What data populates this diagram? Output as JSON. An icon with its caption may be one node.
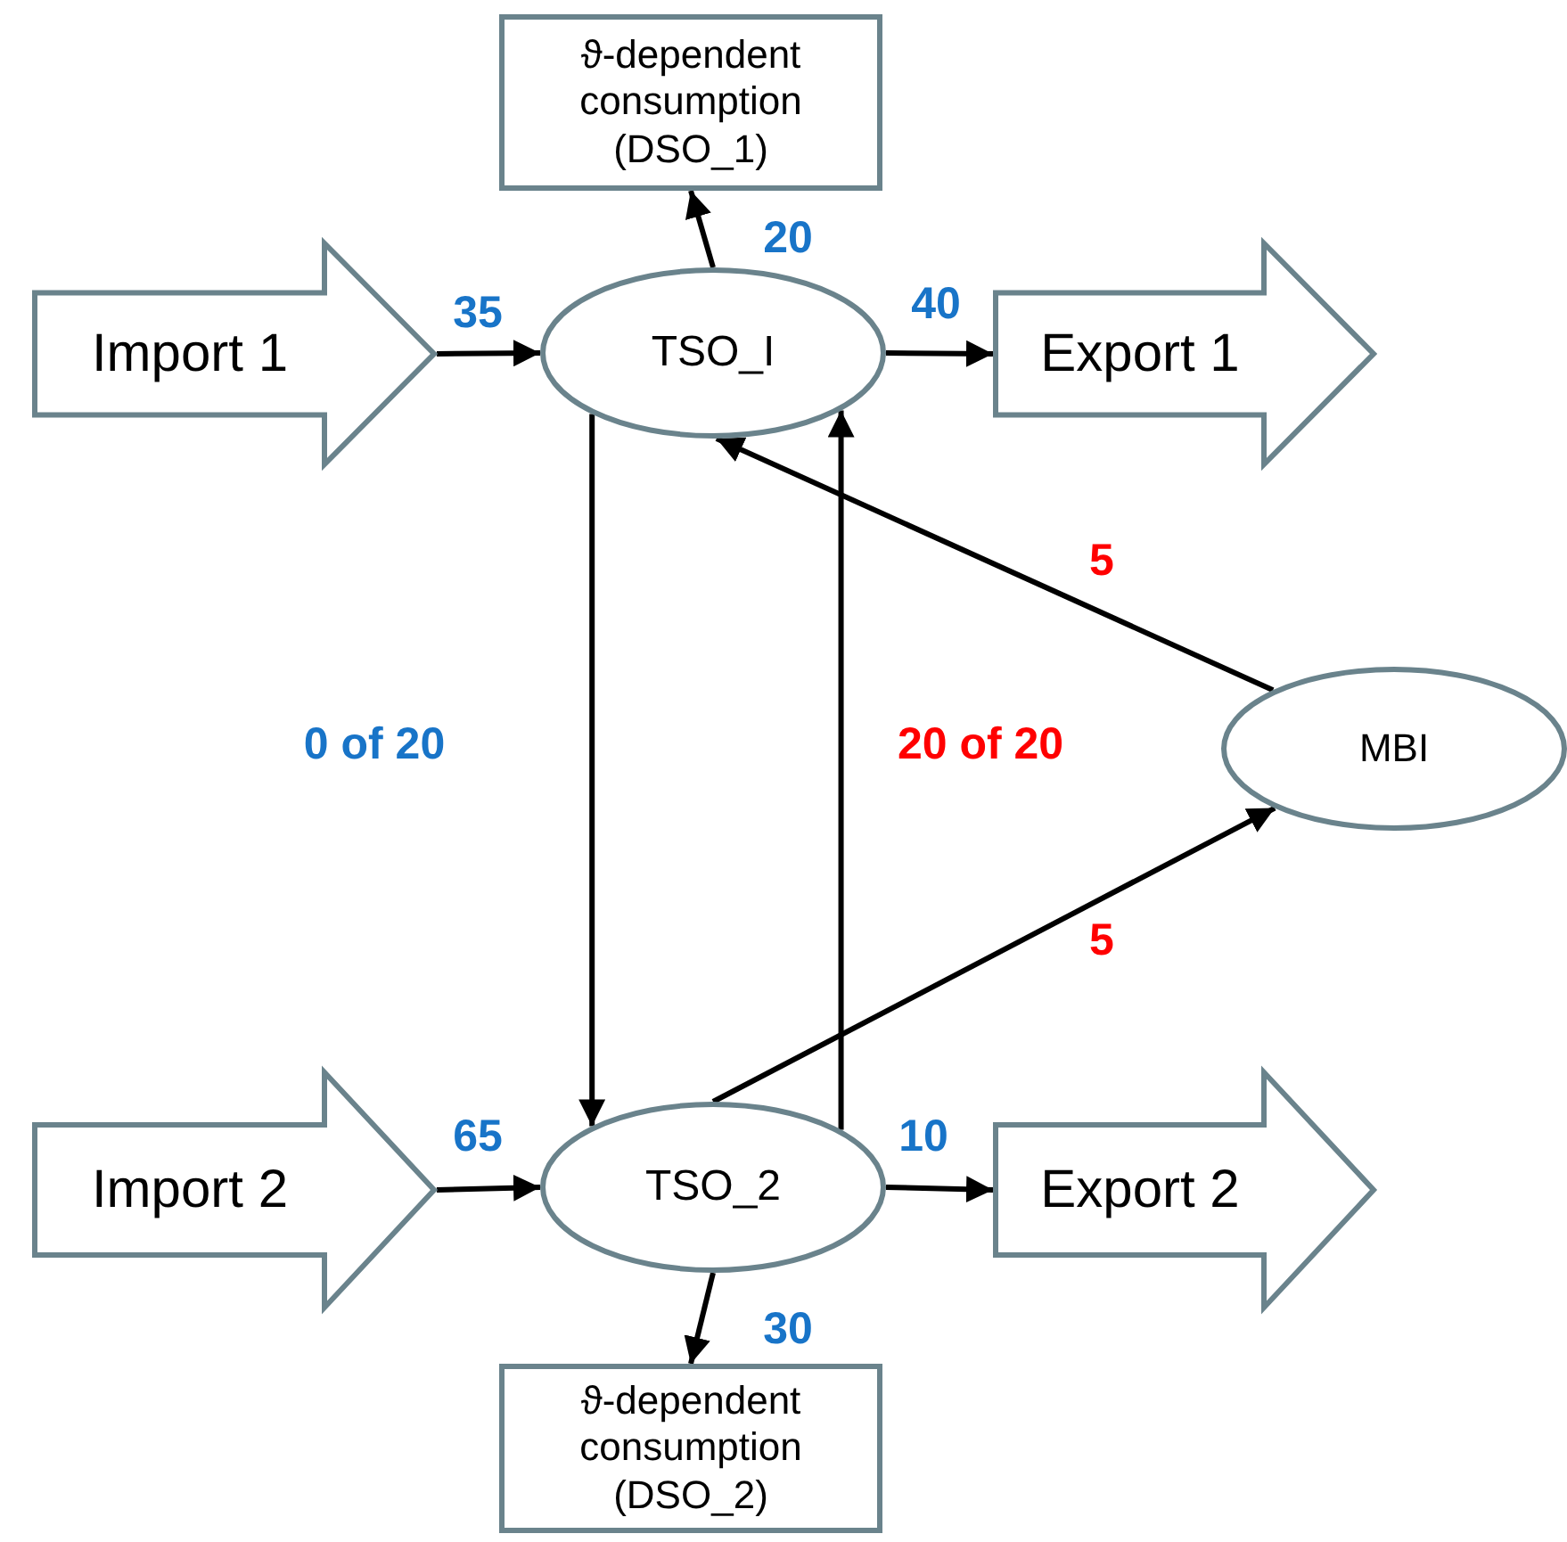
{
  "diagram": {
    "nodes": [
      {
        "text": [
          "ϑ-dependent consumption (DSO_1)"
        ]
      },
      {
        "text": [
          "Import 1"
        ]
      },
      {
        "text": [
          "TSO_I"
        ]
      },
      {
        "text": [
          "Export 1"
        ]
      },
      {
        "text": [
          "MBI"
        ]
      },
      {
        "text": [
          "Import 2"
        ]
      },
      {
        "text": [
          "TSO_2"
        ]
      },
      {
        "text": [
          "Export 2"
        ]
      },
      {
        "text": [
          "ϑ-dependent consumption (DSO_2)"
        ]
      }
    ],
    "edges": [
      {
        "from": 1,
        "to": 2,
        "arrow": "to",
        "label": "35"
      },
      {
        "from": 2,
        "to": 0,
        "arrow": "to",
        "label": "20"
      },
      {
        "from": 2,
        "to": 3,
        "arrow": "to",
        "label": "40"
      },
      {
        "from": 2,
        "to": 6,
        "arrow": "to",
        "label": "0 of 20"
      },
      {
        "from": 6,
        "to": 2,
        "arrow": "to",
        "label": "20 of 20"
      },
      {
        "from": 4,
        "to": 2,
        "arrow": "to",
        "label": "5"
      },
      {
        "from": 6,
        "to": 4,
        "arrow": "to",
        "label": "5"
      },
      {
        "from": 5,
        "to": 6,
        "arrow": "to",
        "label": "65"
      },
      {
        "from": 6,
        "to": 7,
        "arrow": "to",
        "label": "10"
      },
      {
        "from": 6,
        "to": 8,
        "arrow": "to",
        "label": "30"
      }
    ]
  }
}
